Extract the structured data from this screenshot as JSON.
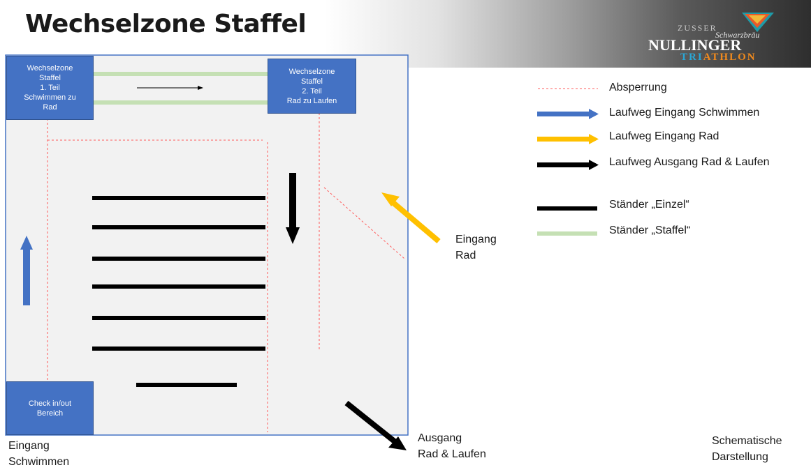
{
  "title": "Wechselzone Staffel",
  "logo": {
    "line1": "ZUSSER",
    "line2": "Schwarzbräu",
    "line3": "NULLINGER",
    "line4a": "TRI",
    "line4b": "ATHLON"
  },
  "areas": {
    "wechselzone_1": "Wechselzone\nStaffel\n1. Teil\nSchwimmen zu\nRad",
    "wechselzone_2": "Wechselzone\nStaffel\n2. Teil\nRad zu Laufen",
    "checkin": "Check in/out\nBereich"
  },
  "labels": {
    "eingang_rad": "Eingang\nRad",
    "ausgang": "Ausgang\nRad & Laufen",
    "eingang_schwimmen": "Eingang\nSchwimmen",
    "note": "Schematische\nDarstellung"
  },
  "legend": [
    {
      "symbol": "dashed-red-line",
      "text": "Absperrung"
    },
    {
      "symbol": "blue-arrow",
      "text": "Laufweg Eingang Schwimmen"
    },
    {
      "symbol": "yellow-arrow",
      "text": "Laufweg Eingang Rad"
    },
    {
      "symbol": "black-arrow",
      "text": "Laufweg Ausgang Rad & Laufen"
    },
    {
      "symbol": "black-bar",
      "text": "Ständer „Einzel“"
    },
    {
      "symbol": "green-bar",
      "text": "Ständer „Staffel“"
    }
  ],
  "colors": {
    "area_fill": "#f2f2f2",
    "area_border": "#4472c4",
    "box_fill": "#4472c4",
    "barrier": "#ff5b5b",
    "blue_arrow": "#4472c4",
    "yellow_arrow": "#ffc000",
    "black_arrow": "#000000",
    "rack_single": "#000000",
    "rack_relay": "#c5e0b4"
  }
}
